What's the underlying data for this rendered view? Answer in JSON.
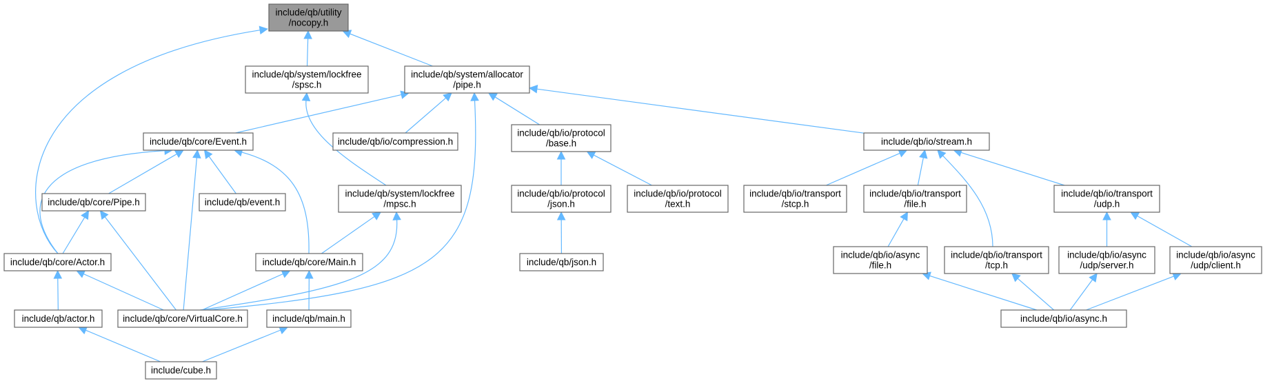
{
  "diagram": {
    "title": "",
    "colors": {
      "root_fill": "#999999",
      "node_fill": "#ffffff",
      "node_border": "#666666",
      "edge": "#63b8ff"
    },
    "nodes": [
      {
        "id": "nocopy",
        "lines": [
          "include/qb/utility",
          "/nocopy.h"
        ],
        "root": true
      },
      {
        "id": "spsc",
        "lines": [
          "include/qb/system/lockfree",
          "/spsc.h"
        ]
      },
      {
        "id": "pipe_h",
        "lines": [
          "include/qb/system/allocator",
          "/pipe.h"
        ]
      },
      {
        "id": "event_core",
        "lines": [
          "include/qb/core/Event.h"
        ]
      },
      {
        "id": "compression",
        "lines": [
          "include/qb/io/compression.h"
        ]
      },
      {
        "id": "proto_base",
        "lines": [
          "include/qb/io/protocol",
          "/base.h"
        ]
      },
      {
        "id": "stream",
        "lines": [
          "include/qb/io/stream.h"
        ]
      },
      {
        "id": "core_pipe",
        "lines": [
          "include/qb/core/Pipe.h"
        ]
      },
      {
        "id": "event_h",
        "lines": [
          "include/qb/event.h"
        ]
      },
      {
        "id": "mpsc",
        "lines": [
          "include/qb/system/lockfree",
          "/mpsc.h"
        ]
      },
      {
        "id": "proto_json",
        "lines": [
          "include/qb/io/protocol",
          "/json.h"
        ]
      },
      {
        "id": "proto_text",
        "lines": [
          "include/qb/io/protocol",
          "/text.h"
        ]
      },
      {
        "id": "stcp",
        "lines": [
          "include/qb/io/transport",
          "/stcp.h"
        ]
      },
      {
        "id": "tfile",
        "lines": [
          "include/qb/io/transport",
          "/file.h"
        ]
      },
      {
        "id": "tudp",
        "lines": [
          "include/qb/io/transport",
          "/udp.h"
        ]
      },
      {
        "id": "actor_core",
        "lines": [
          "include/qb/core/Actor.h"
        ]
      },
      {
        "id": "main_core",
        "lines": [
          "include/qb/core/Main.h"
        ]
      },
      {
        "id": "json_h",
        "lines": [
          "include/qb/json.h"
        ]
      },
      {
        "id": "afile",
        "lines": [
          "include/qb/io/async",
          "/file.h"
        ]
      },
      {
        "id": "ttcp",
        "lines": [
          "include/qb/io/transport",
          "/tcp.h"
        ]
      },
      {
        "id": "udpserver",
        "lines": [
          "include/qb/io/async",
          "/udp/server.h"
        ]
      },
      {
        "id": "udpclient",
        "lines": [
          "include/qb/io/async",
          "/udp/client.h"
        ]
      },
      {
        "id": "actor_h",
        "lines": [
          "include/qb/actor.h"
        ]
      },
      {
        "id": "virtualcore",
        "lines": [
          "include/qb/core/VirtualCore.h"
        ]
      },
      {
        "id": "main_h",
        "lines": [
          "include/qb/main.h"
        ]
      },
      {
        "id": "async_h",
        "lines": [
          "include/qb/io/async.h"
        ]
      },
      {
        "id": "cube",
        "lines": [
          "include/cube.h"
        ]
      }
    ],
    "edges": [
      {
        "from": "actor_core",
        "to": "nocopy"
      },
      {
        "from": "spsc",
        "to": "nocopy"
      },
      {
        "from": "pipe_h",
        "to": "nocopy"
      },
      {
        "from": "mpsc",
        "to": "spsc"
      },
      {
        "from": "event_core",
        "to": "pipe_h"
      },
      {
        "from": "compression",
        "to": "pipe_h"
      },
      {
        "from": "virtualcore",
        "to": "pipe_h"
      },
      {
        "from": "proto_base",
        "to": "pipe_h"
      },
      {
        "from": "stream",
        "to": "pipe_h"
      },
      {
        "from": "actor_core",
        "to": "event_core"
      },
      {
        "from": "core_pipe",
        "to": "event_core"
      },
      {
        "from": "virtualcore",
        "to": "event_core"
      },
      {
        "from": "event_h",
        "to": "event_core"
      },
      {
        "from": "main_core",
        "to": "event_core"
      },
      {
        "from": "actor_core",
        "to": "core_pipe"
      },
      {
        "from": "virtualcore",
        "to": "core_pipe"
      },
      {
        "from": "main_core",
        "to": "mpsc"
      },
      {
        "from": "virtualcore",
        "to": "mpsc"
      },
      {
        "from": "proto_json",
        "to": "proto_base"
      },
      {
        "from": "proto_text",
        "to": "proto_base"
      },
      {
        "from": "json_h",
        "to": "proto_json"
      },
      {
        "from": "stcp",
        "to": "stream"
      },
      {
        "from": "tfile",
        "to": "stream"
      },
      {
        "from": "ttcp",
        "to": "stream"
      },
      {
        "from": "tudp",
        "to": "stream"
      },
      {
        "from": "afile",
        "to": "tfile"
      },
      {
        "from": "udpserver",
        "to": "tudp"
      },
      {
        "from": "udpclient",
        "to": "tudp"
      },
      {
        "from": "actor_h",
        "to": "actor_core"
      },
      {
        "from": "virtualcore",
        "to": "actor_core"
      },
      {
        "from": "virtualcore",
        "to": "main_core"
      },
      {
        "from": "main_h",
        "to": "main_core"
      },
      {
        "from": "async_h",
        "to": "afile"
      },
      {
        "from": "async_h",
        "to": "ttcp"
      },
      {
        "from": "async_h",
        "to": "udpserver"
      },
      {
        "from": "async_h",
        "to": "udpclient"
      },
      {
        "from": "cube",
        "to": "actor_h"
      },
      {
        "from": "cube",
        "to": "main_h"
      }
    ]
  }
}
